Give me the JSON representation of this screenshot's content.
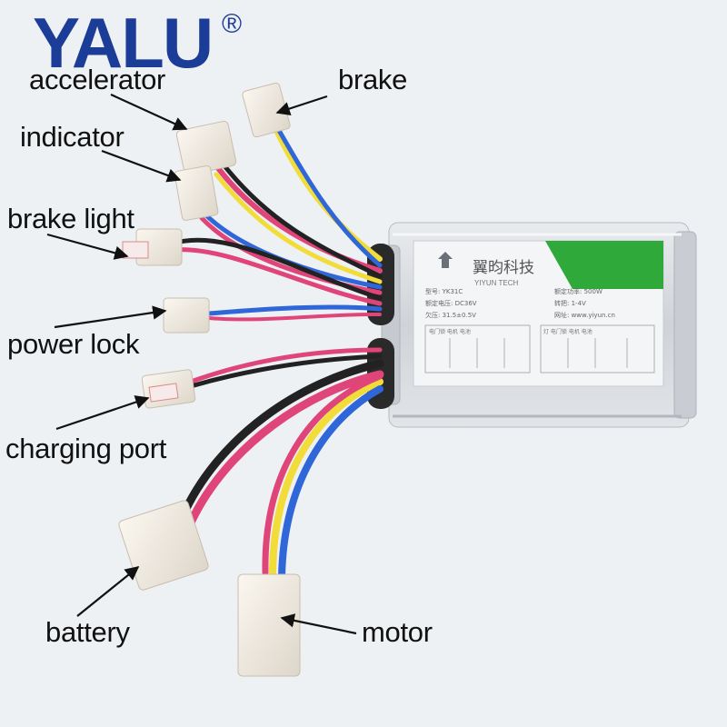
{
  "brand": {
    "name": "YALU",
    "mark": "®"
  },
  "labels": {
    "accelerator": "accelerator",
    "brake": "brake",
    "indicator": "indicator",
    "brake_light": "brake light",
    "power_lock": "power lock",
    "charging_port": "charging port",
    "battery": "battery",
    "motor": "motor"
  },
  "controller": {
    "company_cn": "翼昀科技",
    "company_en": "YIYUN TECH",
    "model": "型号: YK31C",
    "rated_voltage": "额定电压: DC36V",
    "undervoltage": "欠压: 31.5±0.5V",
    "rated_power": "额定功率: 500W",
    "throttle": "转把: 1-4V",
    "website": "网址: www.yiyun.cn",
    "diagram_left": "电门锁  电机  电池",
    "diagram_right": "灯  电门锁  电机  电池"
  },
  "colors": {
    "brand": "#1b3c97",
    "wire_red": "#e0457a",
    "wire_yellow": "#f2dc3a",
    "wire_blue": "#2f66d8",
    "wire_black": "#222222",
    "label_green": "#2faa3a"
  }
}
